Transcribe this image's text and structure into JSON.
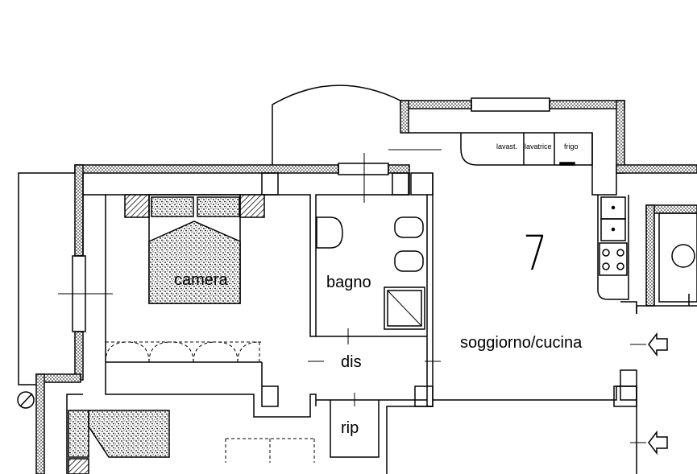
{
  "rooms": {
    "camera": "camera",
    "bagno": "bagno",
    "dis": "dis",
    "rip": "rip",
    "soggiorno": "soggiorno/cucina"
  },
  "appliances": {
    "lavastoviglie": "lavast.",
    "lavatrice": "lavatrice",
    "frigo": "frigo"
  },
  "unit_number": "7",
  "colors": {
    "line": "#000000",
    "background": "#ffffff"
  }
}
